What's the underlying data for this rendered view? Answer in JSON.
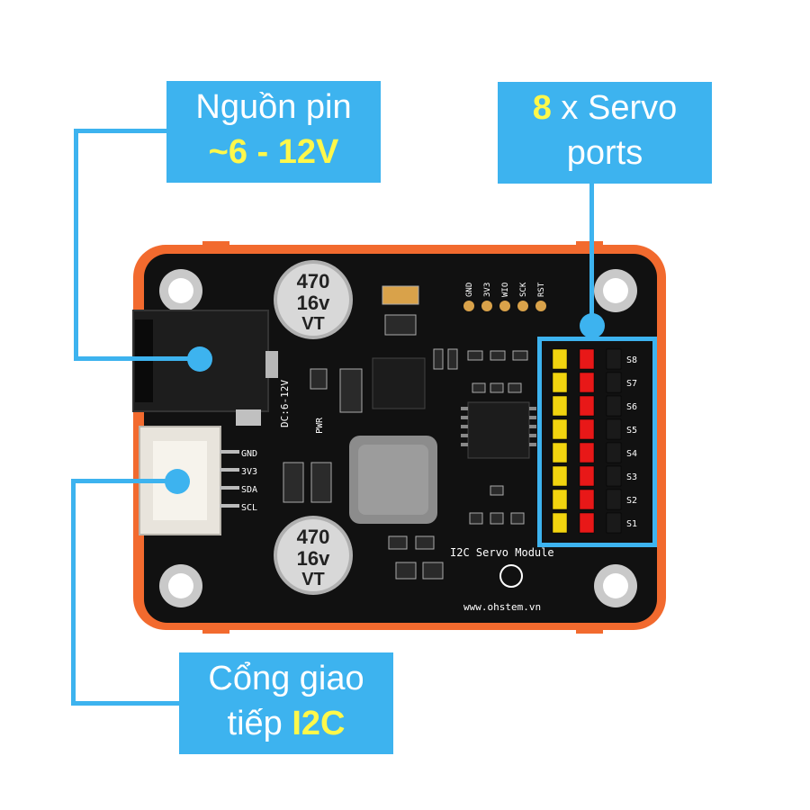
{
  "callouts": {
    "power": {
      "line1": "Nguồn pin",
      "line2": "~6 - 12V"
    },
    "servo": {
      "count": "8",
      "line1_rest": " x Servo",
      "line2": "ports"
    },
    "i2c": {
      "line1": "Cổng giao",
      "line2_prefix": "tiếp ",
      "line2_highlight": "I2C"
    }
  },
  "board": {
    "top_header_pins": [
      "GND",
      "3V3",
      "WIO",
      "SCK",
      "RST"
    ],
    "i2c_pins": [
      "GND",
      "3V3",
      "SDA",
      "SCL"
    ],
    "servo_labels": [
      "S8",
      "S7",
      "S6",
      "S5",
      "S4",
      "S3",
      "S2",
      "S1"
    ],
    "dc_label": "DC:6-12V",
    "pwr_label": "PWR",
    "title": "I2C Servo Module",
    "website": "www.ohstem.vn",
    "capacitor": {
      "line1": "470",
      "line2": "16v",
      "line3": "VT"
    }
  },
  "colors": {
    "accent": "#3db3ef",
    "highlight": "#fff84a",
    "case": "#f26a2e",
    "pcb": "#111111",
    "servo_signal": "#f2d40f",
    "servo_power": "#e81818",
    "servo_ground": "#1a1a1a"
  }
}
